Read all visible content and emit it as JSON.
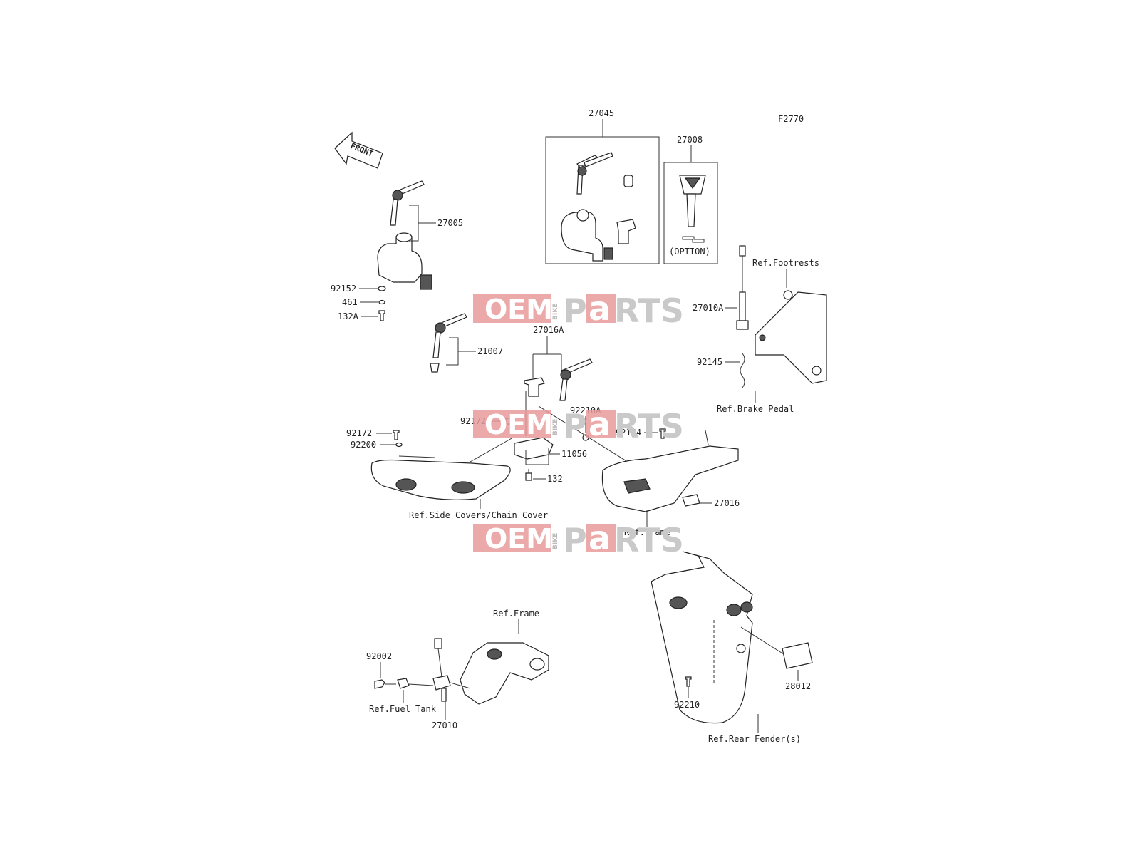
{
  "diagram": {
    "code": "F2770",
    "front_label": "FRONT",
    "option_label": "(OPTION)",
    "watermark": {
      "oem": "OEM",
      "bike": "BIKE",
      "p": "P",
      "a": "a",
      "rts": "RTS"
    },
    "parts": {
      "p27045": "27045",
      "p27008": "27008",
      "p27005": "27005",
      "p92152": "92152",
      "p461": "461",
      "p132A": "132A",
      "p21007": "21007",
      "p27016A": "27016A",
      "p92210A": "92210A",
      "p92172a": "92172",
      "p92172b": "92172",
      "p92200": "92200",
      "p11056": "11056",
      "p132": "132",
      "p92154": "92154",
      "p27016": "27016",
      "p27010A": "27010A",
      "p92145": "92145",
      "p92002": "92002",
      "p27010": "27010",
      "p92210": "92210",
      "p28012": "28012"
    },
    "refs": {
      "footrests": "Ref.Footrests",
      "brake_pedal": "Ref.Brake Pedal",
      "side_covers": "Ref.Side Covers/Chain Cover",
      "frame1": "Ref.Frame",
      "frame2": "Ref.Frame",
      "fuel_tank": "Ref.Fuel Tank",
      "rear_fender": "Ref.Rear Fender(s)"
    }
  }
}
